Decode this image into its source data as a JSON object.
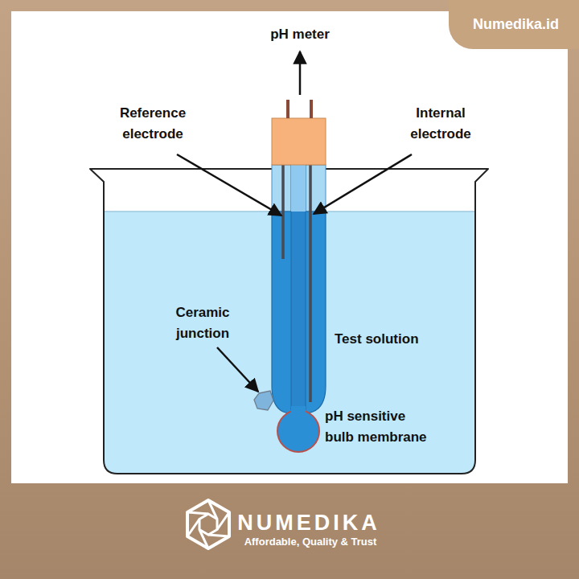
{
  "diagram": {
    "nodes": [
      {
        "text": [
          "Numedika.id"
        ]
      }
    ],
    "labels": [
      "pH meter",
      "Reference electrode",
      "Internal electrode",
      "Ceramic junction",
      "Test solution",
      "pH sensitive bulb membrane",
      "NUMEDIKA",
      "Affordable, Quality & Trust"
    ]
  }
}
